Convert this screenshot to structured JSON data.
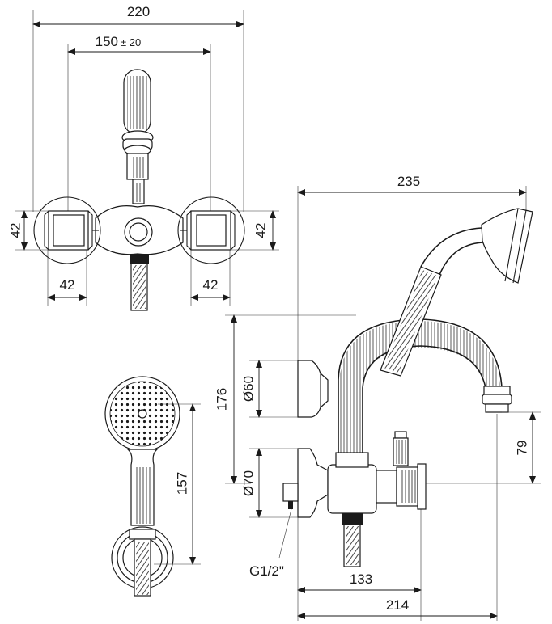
{
  "dimensions": {
    "top_width": "220",
    "spacing_value": "150",
    "spacing_tolerance": "± 20",
    "left_height": "42",
    "right_height": "42",
    "left_width": "42",
    "right_width": "42",
    "spout_length": "235",
    "total_height": "176",
    "upper_diameter": "Ø60",
    "lower_diameter": "Ø70",
    "spout_outlet_height": "79",
    "handshower_length": "157",
    "body_projection": "133",
    "overall_projection": "214",
    "thread": "G1/2\""
  }
}
